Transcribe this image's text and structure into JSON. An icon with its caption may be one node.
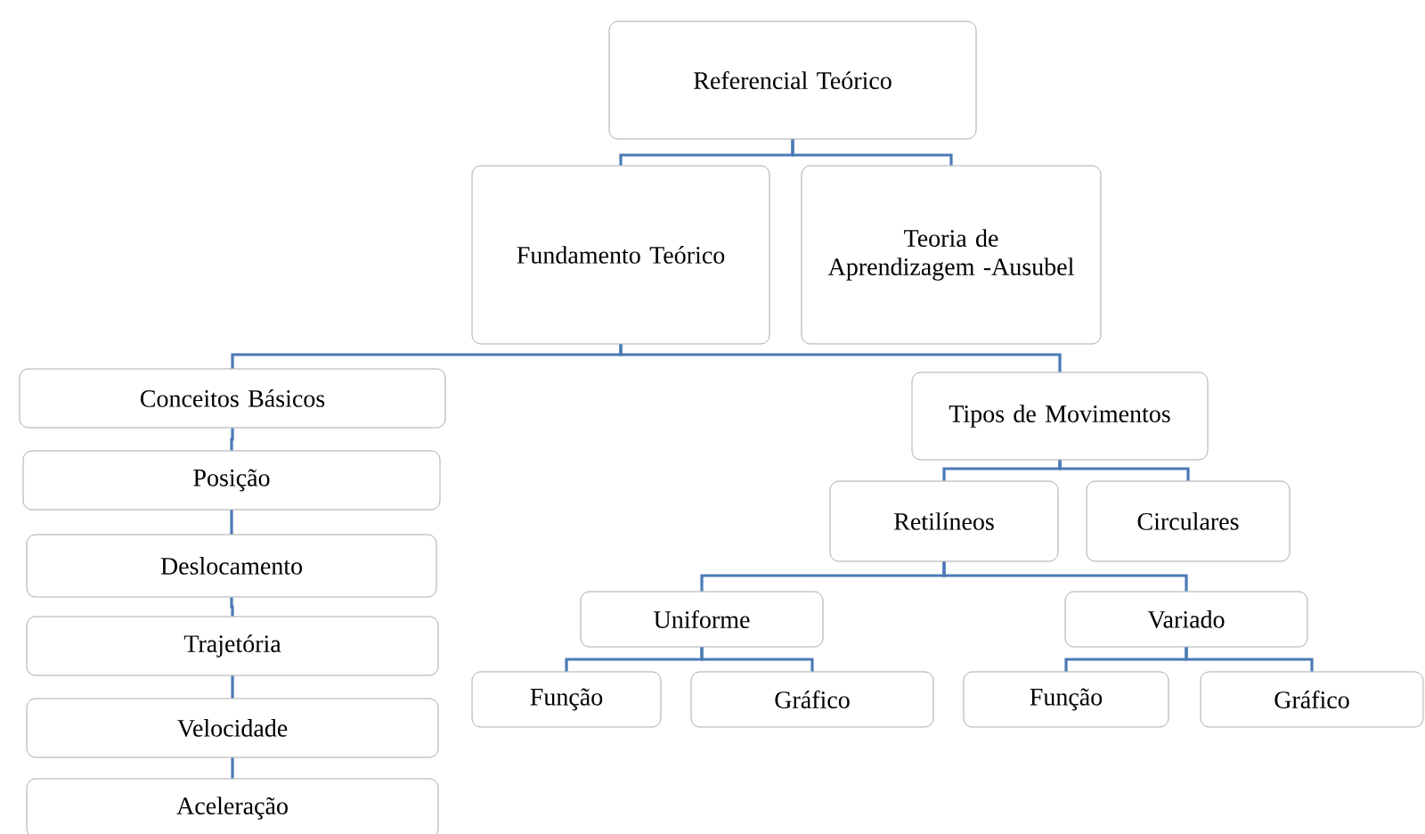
{
  "diagram": {
    "nodes": [
      {
        "text": [
          "Referencial Teórico"
        ]
      },
      {
        "text": [
          "Fundamento Teórico"
        ]
      },
      {
        "text": [
          "Teoria de Aprendizagem -Ausubel"
        ]
      },
      {
        "text": [
          "Conceitos Básicos"
        ]
      },
      {
        "text": [
          "Tipos de Movimentos"
        ]
      },
      {
        "text": [
          "Posição"
        ]
      },
      {
        "text": [
          "Deslocamento"
        ]
      },
      {
        "text": [
          "Trajetória"
        ]
      },
      {
        "text": [
          "Velocidade"
        ]
      },
      {
        "text": [
          "Aceleração"
        ]
      },
      {
        "text": [
          "Retilíneos"
        ]
      },
      {
        "text": [
          "Circulares"
        ]
      },
      {
        "text": [
          "Uniforme"
        ]
      },
      {
        "text": [
          "Variado"
        ]
      },
      {
        "text": [
          "Função"
        ]
      },
      {
        "text": [
          "Gráfico"
        ]
      },
      {
        "text": [
          "Função"
        ]
      },
      {
        "text": [
          "Gráfico"
        ]
      }
    ],
    "edges": [
      {
        "from": 0,
        "to": 1,
        "arrow": "none"
      },
      {
        "from": 0,
        "to": 2,
        "arrow": "none"
      },
      {
        "from": 1,
        "to": 3,
        "arrow": "none"
      },
      {
        "from": 1,
        "to": 4,
        "arrow": "none"
      },
      {
        "from": 3,
        "to": 5,
        "arrow": "none"
      },
      {
        "from": 5,
        "to": 6,
        "arrow": "none"
      },
      {
        "from": 6,
        "to": 7,
        "arrow": "none"
      },
      {
        "from": 7,
        "to": 8,
        "arrow": "none"
      },
      {
        "from": 8,
        "to": 9,
        "arrow": "none"
      },
      {
        "from": 4,
        "to": 10,
        "arrow": "none"
      },
      {
        "from": 4,
        "to": 11,
        "arrow": "none"
      },
      {
        "from": 10,
        "to": 12,
        "arrow": "none"
      },
      {
        "from": 10,
        "to": 13,
        "arrow": "none"
      },
      {
        "from": 12,
        "to": 14,
        "arrow": "none"
      },
      {
        "from": 12,
        "to": 15,
        "arrow": "none"
      },
      {
        "from": 13,
        "to": 16,
        "arrow": "none"
      },
      {
        "from": 13,
        "to": 17,
        "arrow": "none"
      }
    ]
  }
}
